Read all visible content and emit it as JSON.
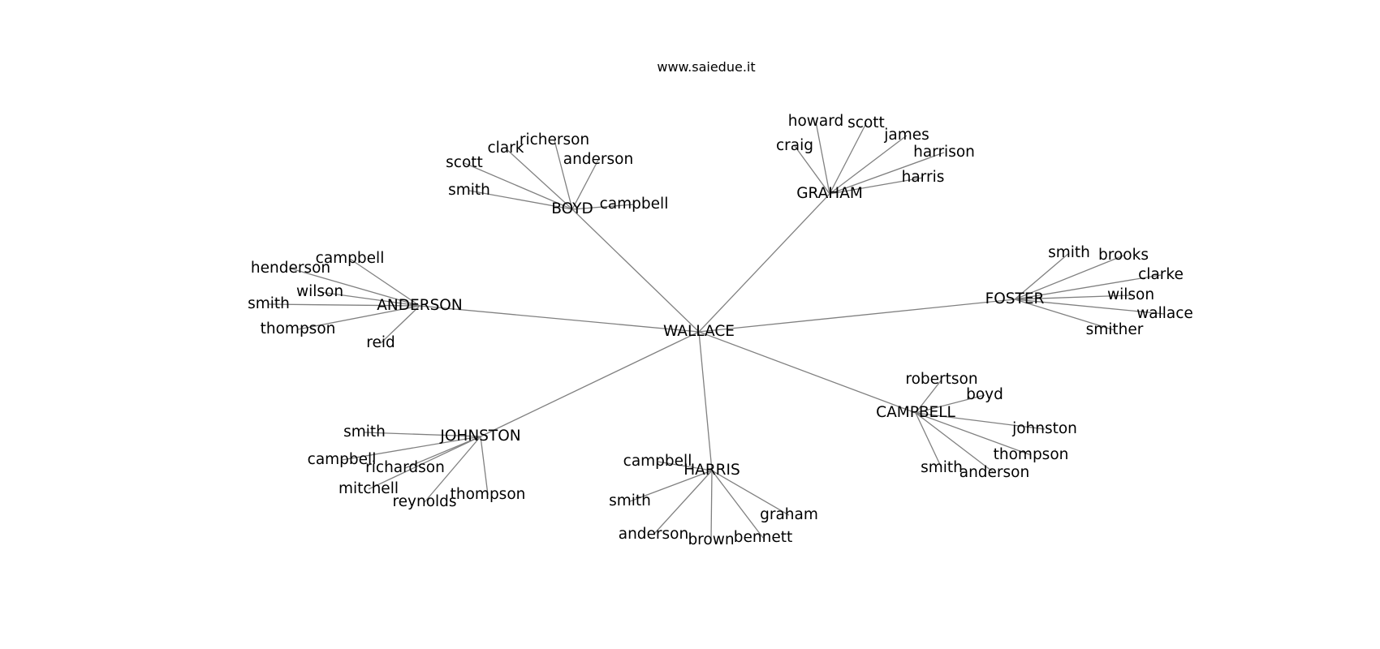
{
  "title": "www.saiedue.it",
  "colors": {
    "edge": "#808080",
    "text": "#000000",
    "background": "#ffffff"
  },
  "graph": {
    "root": "WALLACE",
    "nodes": [
      {
        "id": "WALLACE",
        "label": "WALLACE"
      },
      {
        "id": "BOYD",
        "label": "BOYD"
      },
      {
        "id": "GRAHAM",
        "label": "GRAHAM"
      },
      {
        "id": "ANDERSON",
        "label": "ANDERSON"
      },
      {
        "id": "FOSTER",
        "label": "FOSTER"
      },
      {
        "id": "CAMPBELL",
        "label": "CAMPBELL"
      },
      {
        "id": "HARRIS",
        "label": "HARRIS"
      },
      {
        "id": "JOHNSTON",
        "label": "JOHNSTON"
      },
      {
        "id": "boyd-smith",
        "label": "smith"
      },
      {
        "id": "boyd-scott",
        "label": "scott"
      },
      {
        "id": "boyd-clark",
        "label": "clark"
      },
      {
        "id": "boyd-richerson",
        "label": "richerson"
      },
      {
        "id": "boyd-anderson",
        "label": "anderson"
      },
      {
        "id": "boyd-campbell",
        "label": "campbell"
      },
      {
        "id": "graham-craig",
        "label": "craig"
      },
      {
        "id": "graham-howard",
        "label": "howard"
      },
      {
        "id": "graham-scott",
        "label": "scott"
      },
      {
        "id": "graham-james",
        "label": "james"
      },
      {
        "id": "graham-harrison",
        "label": "harrison"
      },
      {
        "id": "graham-harris",
        "label": "harris"
      },
      {
        "id": "anderson-campbell",
        "label": "campbell"
      },
      {
        "id": "anderson-henderson",
        "label": "henderson"
      },
      {
        "id": "anderson-wilson",
        "label": "wilson"
      },
      {
        "id": "anderson-smith",
        "label": "smith"
      },
      {
        "id": "anderson-thompson",
        "label": "thompson"
      },
      {
        "id": "anderson-reid",
        "label": "reid"
      },
      {
        "id": "foster-smith",
        "label": "smith"
      },
      {
        "id": "foster-brooks",
        "label": "brooks"
      },
      {
        "id": "foster-clarke",
        "label": "clarke"
      },
      {
        "id": "foster-wilson",
        "label": "wilson"
      },
      {
        "id": "foster-wallace",
        "label": "wallace"
      },
      {
        "id": "foster-smither",
        "label": "smither"
      },
      {
        "id": "campbell-robertson",
        "label": "robertson"
      },
      {
        "id": "campbell-boyd",
        "label": "boyd"
      },
      {
        "id": "campbell-johnston",
        "label": "johnston"
      },
      {
        "id": "campbell-thompson",
        "label": "thompson"
      },
      {
        "id": "campbell-smith",
        "label": "smith"
      },
      {
        "id": "campbell-anderson",
        "label": "anderson"
      },
      {
        "id": "harris-campbell",
        "label": "campbell"
      },
      {
        "id": "harris-smith",
        "label": "smith"
      },
      {
        "id": "harris-anderson",
        "label": "anderson"
      },
      {
        "id": "harris-brown",
        "label": "brown"
      },
      {
        "id": "harris-bennett",
        "label": "bennett"
      },
      {
        "id": "harris-graham",
        "label": "graham"
      },
      {
        "id": "johnston-smith",
        "label": "smith"
      },
      {
        "id": "johnston-campbell",
        "label": "campbell"
      },
      {
        "id": "johnston-richardson",
        "label": "richardson"
      },
      {
        "id": "johnston-mitchell",
        "label": "mitchell"
      },
      {
        "id": "johnston-reynolds",
        "label": "reynolds"
      },
      {
        "id": "johnston-thompson",
        "label": "thompson"
      }
    ],
    "edges": [
      [
        "WALLACE",
        "BOYD"
      ],
      [
        "WALLACE",
        "GRAHAM"
      ],
      [
        "WALLACE",
        "ANDERSON"
      ],
      [
        "WALLACE",
        "FOSTER"
      ],
      [
        "WALLACE",
        "CAMPBELL"
      ],
      [
        "WALLACE",
        "HARRIS"
      ],
      [
        "WALLACE",
        "JOHNSTON"
      ],
      [
        "BOYD",
        "boyd-smith"
      ],
      [
        "BOYD",
        "boyd-scott"
      ],
      [
        "BOYD",
        "boyd-clark"
      ],
      [
        "BOYD",
        "boyd-richerson"
      ],
      [
        "BOYD",
        "boyd-anderson"
      ],
      [
        "BOYD",
        "boyd-campbell"
      ],
      [
        "GRAHAM",
        "graham-craig"
      ],
      [
        "GRAHAM",
        "graham-howard"
      ],
      [
        "GRAHAM",
        "graham-scott"
      ],
      [
        "GRAHAM",
        "graham-james"
      ],
      [
        "GRAHAM",
        "graham-harrison"
      ],
      [
        "GRAHAM",
        "graham-harris"
      ],
      [
        "ANDERSON",
        "anderson-campbell"
      ],
      [
        "ANDERSON",
        "anderson-henderson"
      ],
      [
        "ANDERSON",
        "anderson-wilson"
      ],
      [
        "ANDERSON",
        "anderson-smith"
      ],
      [
        "ANDERSON",
        "anderson-thompson"
      ],
      [
        "ANDERSON",
        "anderson-reid"
      ],
      [
        "FOSTER",
        "foster-smith"
      ],
      [
        "FOSTER",
        "foster-brooks"
      ],
      [
        "FOSTER",
        "foster-clarke"
      ],
      [
        "FOSTER",
        "foster-wilson"
      ],
      [
        "FOSTER",
        "foster-wallace"
      ],
      [
        "FOSTER",
        "foster-smither"
      ],
      [
        "CAMPBELL",
        "campbell-robertson"
      ],
      [
        "CAMPBELL",
        "campbell-boyd"
      ],
      [
        "CAMPBELL",
        "campbell-johnston"
      ],
      [
        "CAMPBELL",
        "campbell-thompson"
      ],
      [
        "CAMPBELL",
        "campbell-smith"
      ],
      [
        "CAMPBELL",
        "campbell-anderson"
      ],
      [
        "HARRIS",
        "harris-campbell"
      ],
      [
        "HARRIS",
        "harris-smith"
      ],
      [
        "HARRIS",
        "harris-anderson"
      ],
      [
        "HARRIS",
        "harris-brown"
      ],
      [
        "HARRIS",
        "harris-bennett"
      ],
      [
        "HARRIS",
        "harris-graham"
      ],
      [
        "JOHNSTON",
        "johnston-smith"
      ],
      [
        "JOHNSTON",
        "johnston-campbell"
      ],
      [
        "JOHNSTON",
        "johnston-richardson"
      ],
      [
        "JOHNSTON",
        "johnston-mitchell"
      ],
      [
        "JOHNSTON",
        "johnston-reynolds"
      ],
      [
        "JOHNSTON",
        "johnston-thompson"
      ]
    ]
  }
}
